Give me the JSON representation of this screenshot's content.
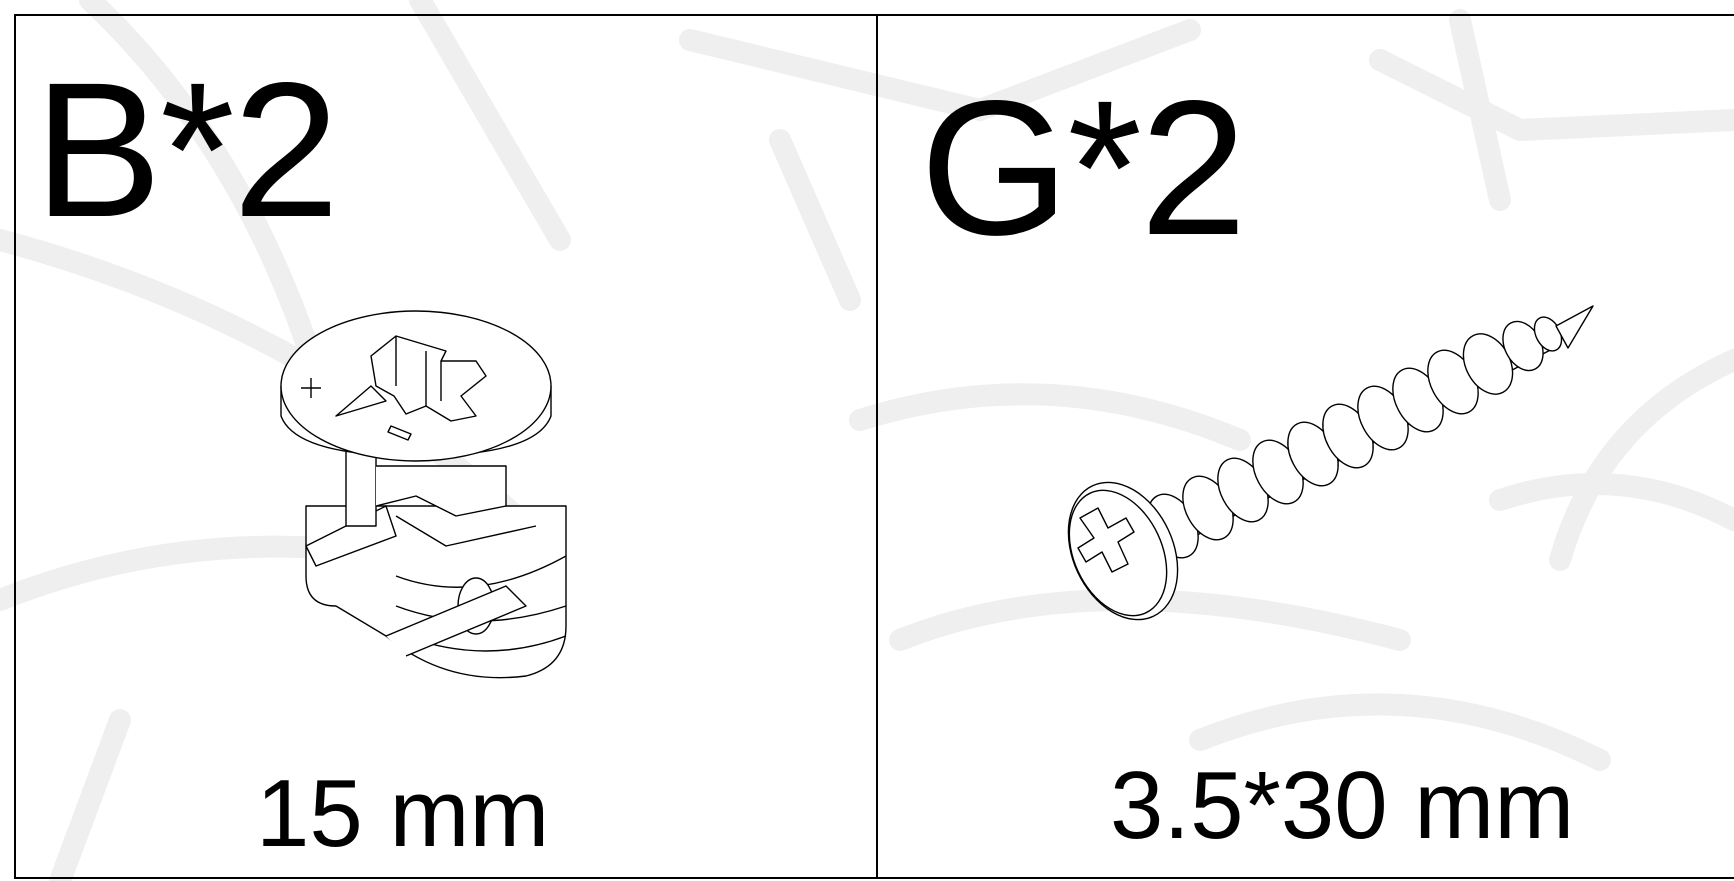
{
  "parts": [
    {
      "quantity_label": "B*2",
      "size_label": "15 mm",
      "icon": "cam-lock-nut-icon"
    },
    {
      "quantity_label": "G*2",
      "size_label": "3.5*30 mm",
      "icon": "phillips-wood-screw-icon"
    }
  ],
  "colors": {
    "line": "#000000",
    "watermark": "#f2f2f2",
    "background": "#ffffff"
  }
}
